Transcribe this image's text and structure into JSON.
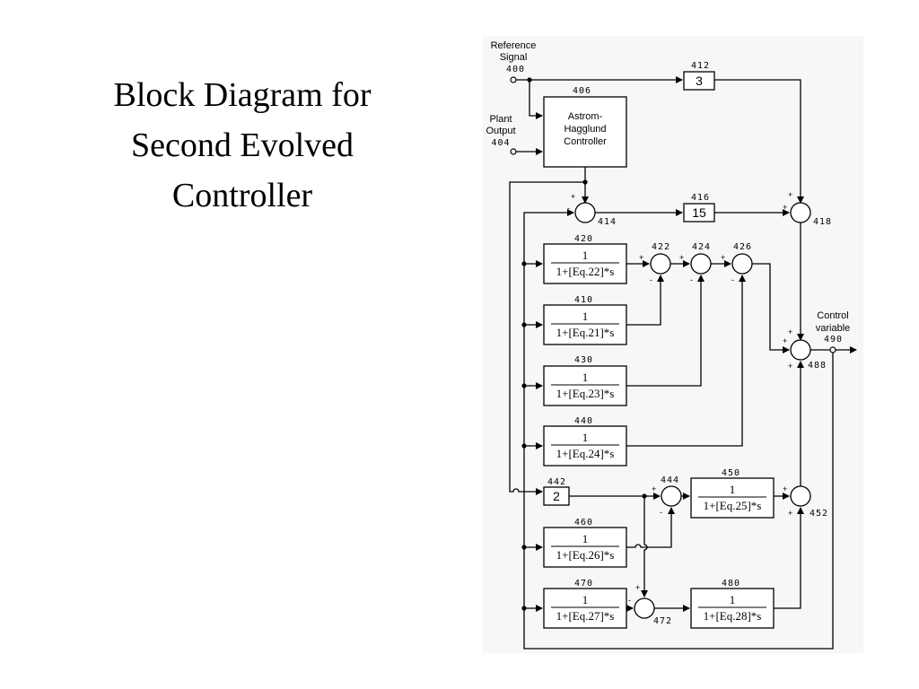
{
  "title": {
    "line1": "Block Diagram for",
    "line2": "Second Evolved",
    "line3": "Controller"
  },
  "inputs": {
    "reference_l1": "Reference",
    "reference_l2": "Signal",
    "reference_num": "400",
    "plant_l1": "Plant",
    "plant_l2": "Output",
    "plant_num": "404"
  },
  "controller": {
    "num": "406",
    "l1": "Astrom-",
    "l2": "Hagglund",
    "l3": "Controller"
  },
  "gains": [
    {
      "num": "412",
      "value": "3"
    },
    {
      "num": "416",
      "value": "15"
    },
    {
      "num": "442",
      "value": "2"
    }
  ],
  "filters": [
    {
      "num": "420",
      "numer": "1",
      "denom": "1+[Eq.22]*s"
    },
    {
      "num": "410",
      "numer": "1",
      "denom": "1+[Eq.21]*s"
    },
    {
      "num": "430",
      "numer": "1",
      "denom": "1+[Eq.23]*s"
    },
    {
      "num": "440",
      "numer": "1",
      "denom": "1+[Eq.24]*s"
    },
    {
      "num": "450",
      "numer": "1",
      "denom": "1+[Eq.25]*s"
    },
    {
      "num": "460",
      "numer": "1",
      "denom": "1+[Eq.26]*s"
    },
    {
      "num": "470",
      "numer": "1",
      "denom": "1+[Eq.27]*s"
    },
    {
      "num": "480",
      "numer": "1",
      "denom": "1+[Eq.28]*s"
    }
  ],
  "junctions": {
    "j414": "414",
    "j418": "418",
    "j422": "422",
    "j424": "424",
    "j426": "426",
    "j488": "488",
    "j444": "444",
    "j452": "452",
    "j472": "472"
  },
  "signs": {
    "plus": "+",
    "minus": "-"
  },
  "output": {
    "l1": "Control",
    "l2": "variable",
    "num": "490"
  }
}
